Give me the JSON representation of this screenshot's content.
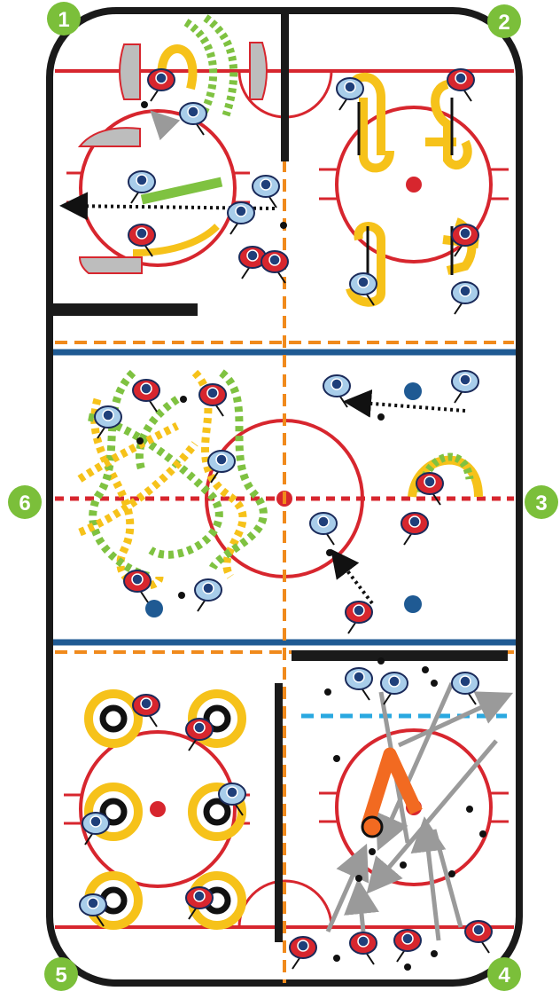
{
  "stations": [
    {
      "id": "1",
      "label": "1"
    },
    {
      "id": "2",
      "label": "2"
    },
    {
      "id": "3",
      "label": "3"
    },
    {
      "id": "4",
      "label": "4"
    },
    {
      "id": "5",
      "label": "5"
    },
    {
      "id": "6",
      "label": "6"
    }
  ],
  "colors": {
    "badge": "#7bbf3a",
    "rink_border": "#1a1a1a",
    "red_line": "#d7262e",
    "blue_line": "#1f5a93",
    "divider": "#f08a1c",
    "yellow_path": "#f6c21a",
    "green_path": "#7fc241",
    "gray_arrow": "#9a9a9a",
    "orange_arrow": "#f26a21",
    "cyan_line": "#29a8e0",
    "red_player": "#d7262e",
    "blue_player": "#a8cdea"
  }
}
